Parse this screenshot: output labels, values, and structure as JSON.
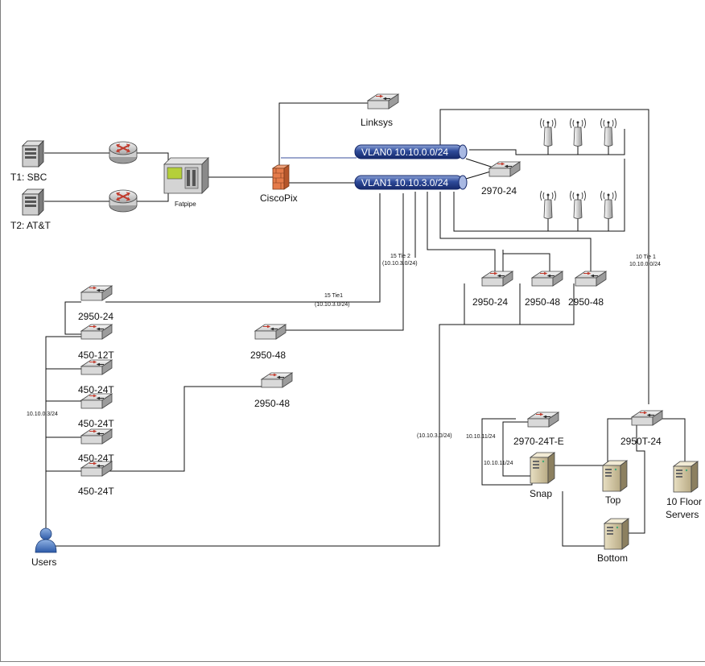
{
  "labels": {
    "t1": "T1: SBC",
    "t2": "T2: AT&T",
    "fatpipe": "Fatpipe",
    "linksys": "Linksys",
    "ciscopix": "CiscoPix",
    "vlan0": "VLAN0 10.10.0.0/24",
    "vlan1": "VLAN1 10.10.3.0/24",
    "sw_2970_24": "2970-24",
    "tie2_title": "15 Tie 2",
    "tie2_net": "(10.10.3.0/24)",
    "tie1_title": "15 Tie1",
    "tie1_net": "(10.10.3.0/24)",
    "tie10_title": "10 Tie 1",
    "tie10_net": "10.10.0.0/24",
    "sw_2950_24_top": "2950-24",
    "sw_2950_48_a": "2950-48",
    "sw_2950_48_b": "2950-48",
    "sw_2950_24_left": "2950-24",
    "sw_450_12t": "450-12T",
    "sw_450_24t_1": "450-24T",
    "sw_450_24t_2": "450-24T",
    "sw_450_24t_3": "450-24T",
    "sw_450_24t_4": "450-24T",
    "sw_2950_48_mid": "2950-48",
    "sw_2950_48_low": "2950-48",
    "net_users": "10.10.0.3/24",
    "net_mid": "(10.10.3.0/24)",
    "net_11a": "10.10.11/24",
    "net_11b": "10.10.11/24",
    "sw_2970_24te": "2970-24T-E",
    "sw_2950t_24": "2950T-24",
    "snap": "Snap",
    "top": "Top",
    "bottom": "Bottom",
    "floor_servers_1": "10 Floor",
    "floor_servers_2": "Servers",
    "users": "Users"
  }
}
